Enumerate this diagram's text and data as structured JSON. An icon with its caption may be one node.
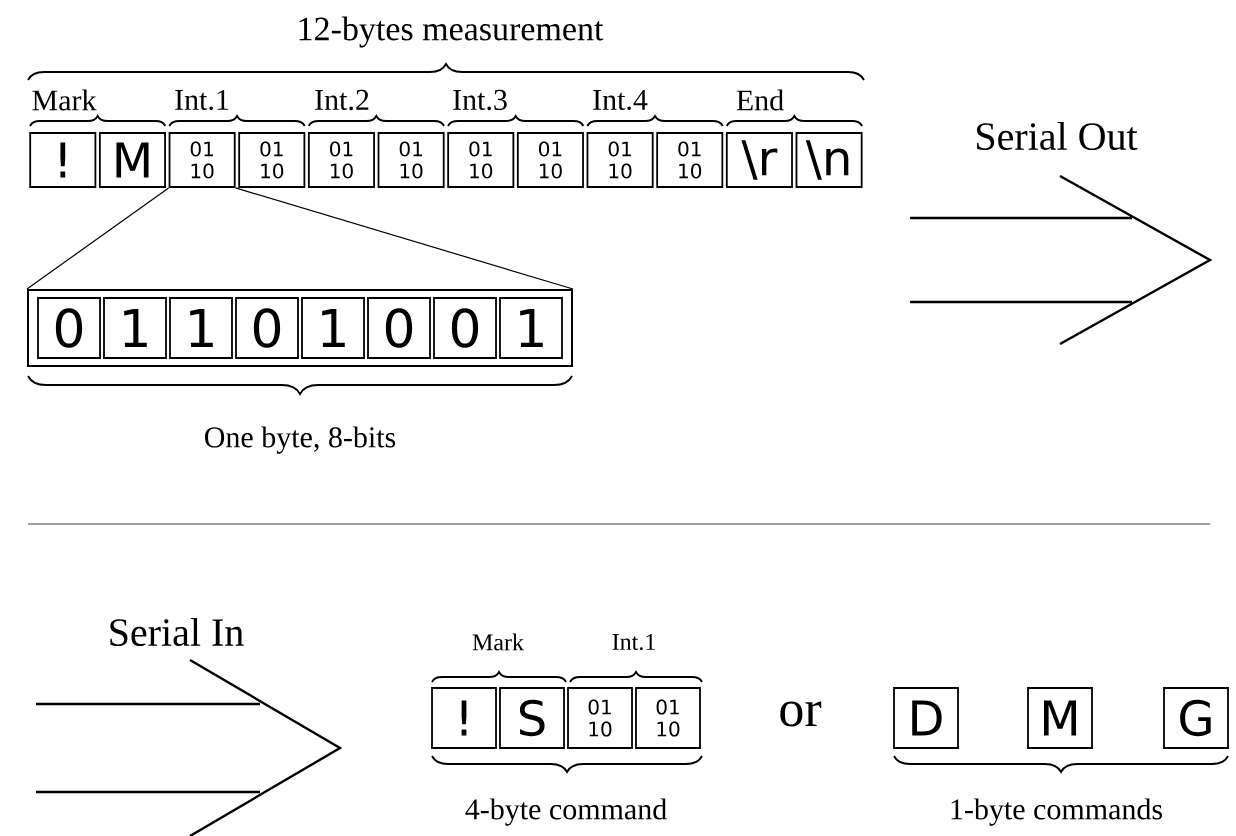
{
  "diagram": {
    "nodes": [
      {
        "text": [
          "!"
        ]
      },
      {
        "text": [
          "M"
        ]
      },
      {
        "text": [
          "01 10"
        ]
      },
      {
        "text": [
          "01 10"
        ]
      },
      {
        "text": [
          "01 10"
        ]
      },
      {
        "text": [
          "01 10"
        ]
      },
      {
        "text": [
          "01 10"
        ]
      },
      {
        "text": [
          "01 10"
        ]
      },
      {
        "text": [
          "01 10"
        ]
      },
      {
        "text": [
          "01 10"
        ]
      },
      {
        "text": [
          "\\r"
        ]
      },
      {
        "text": [
          "\\n"
        ]
      },
      {
        "text": [],
        "shape": "box"
      },
      {
        "text": [
          "0"
        ],
        "in": 12
      },
      {
        "text": [
          "1"
        ],
        "in": 12
      },
      {
        "text": [
          "1"
        ],
        "in": 12
      },
      {
        "text": [
          "0"
        ],
        "in": 12
      },
      {
        "text": [
          "1"
        ],
        "in": 12
      },
      {
        "text": [
          "0"
        ],
        "in": 12
      },
      {
        "text": [
          "0"
        ],
        "in": 12
      },
      {
        "text": [
          "1"
        ],
        "in": 12
      },
      {
        "text": [
          "!"
        ]
      },
      {
        "text": [
          "S"
        ]
      },
      {
        "text": [
          "01 10"
        ]
      },
      {
        "text": [
          "01 10"
        ]
      },
      {
        "text": [
          "D"
        ]
      },
      {
        "text": [
          "M"
        ]
      },
      {
        "text": [
          "G"
        ]
      }
    ],
    "edges": [
      {
        "from": 2,
        "to": 12,
        "arrow": "none"
      },
      {
        "from": 2,
        "to": 12,
        "arrow": "none"
      }
    ],
    "labels": [
      "12-bytes measurement",
      "Mark",
      "Int.1",
      "Int.2",
      "Int.3",
      "Int.4",
      "End",
      "Serial Out",
      "One byte, 8-bits",
      "Serial In",
      "Mark",
      "Int.1",
      "or",
      "4-byte command",
      "1-byte commands"
    ]
  }
}
